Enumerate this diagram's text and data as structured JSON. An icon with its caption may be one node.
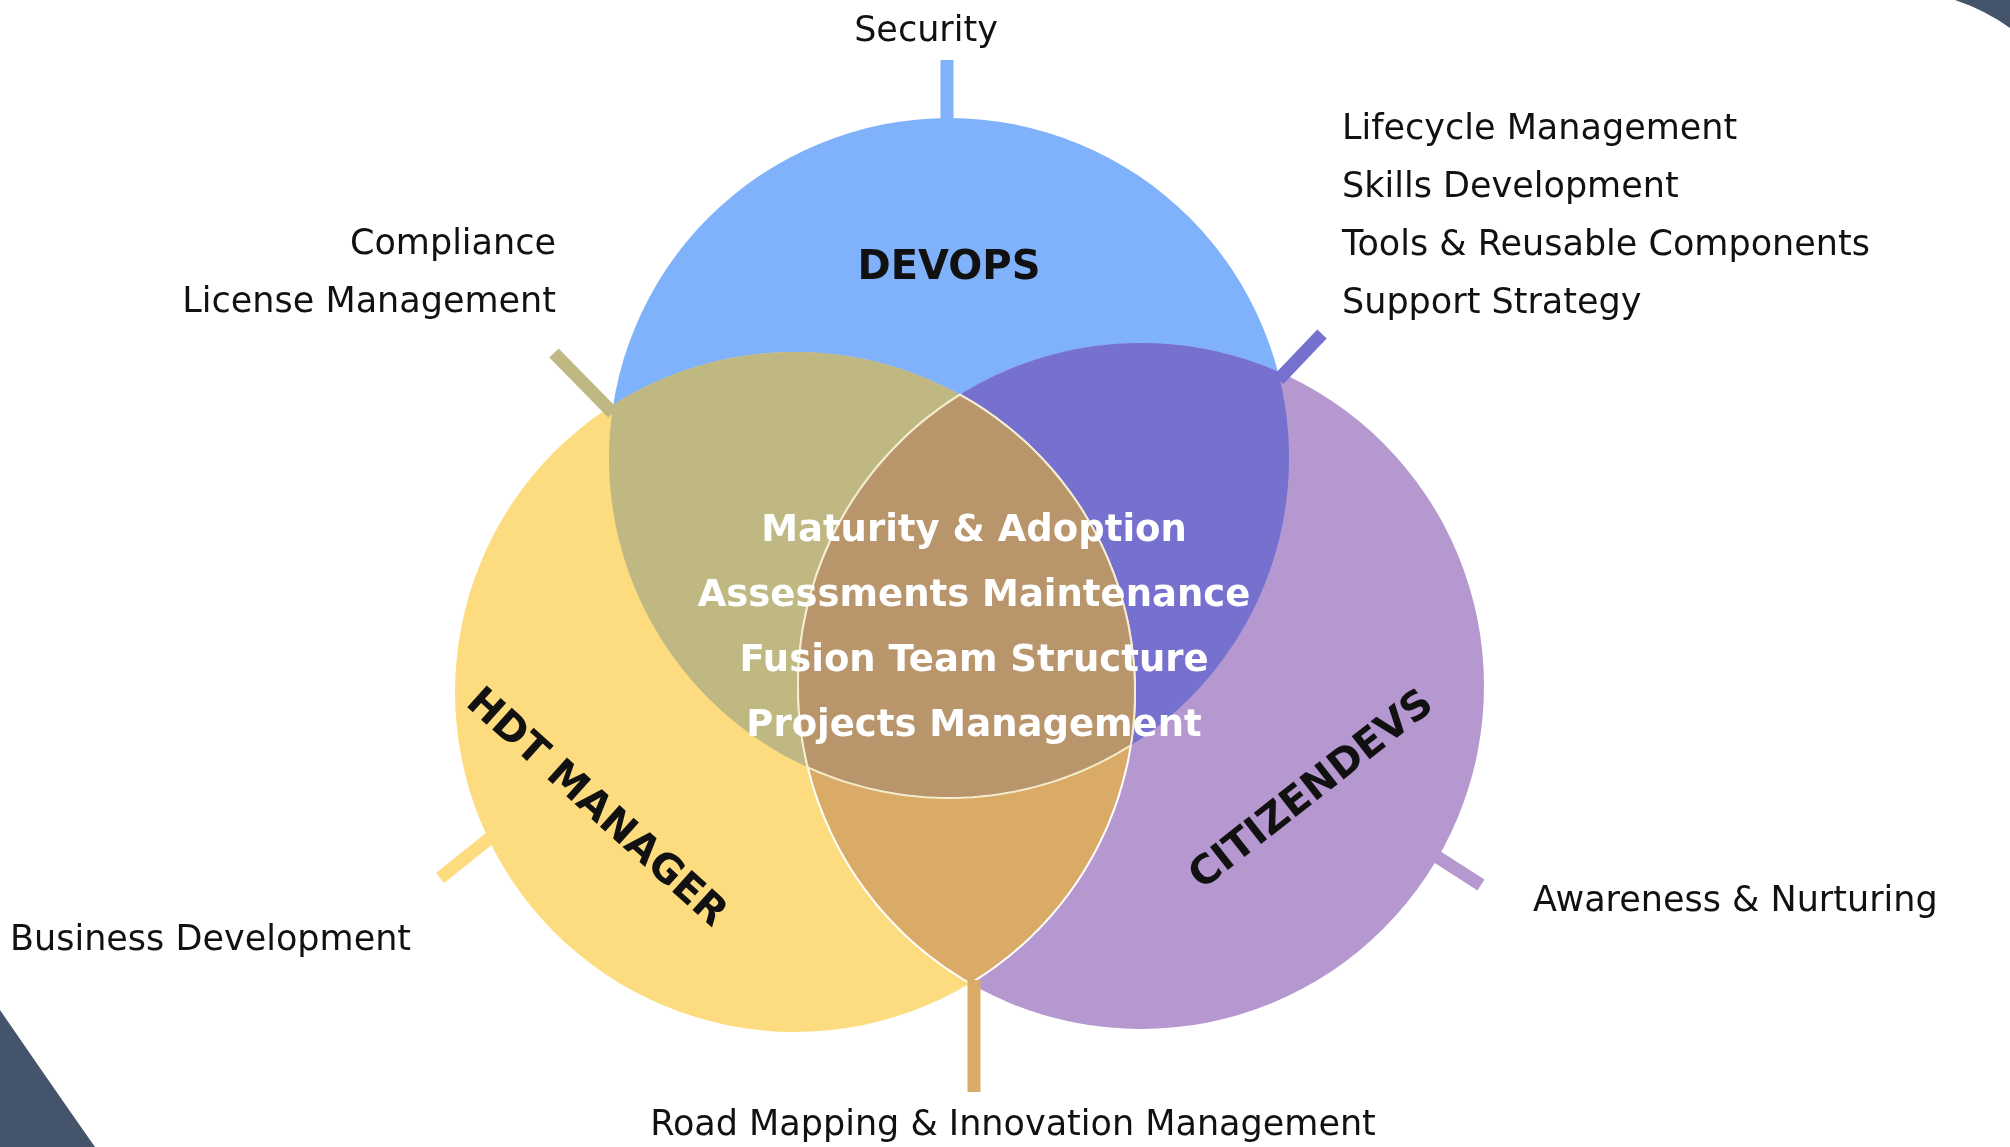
{
  "diagram": {
    "nodes": [
      {
        "text": [
          "DEVOPS"
        ]
      },
      {
        "text": [
          "HDT MANAGER"
        ]
      },
      {
        "text": [
          "CITIZENDEVS"
        ]
      },
      {
        "text": [
          "Maturity & Adoption",
          "Assessments Maintenance",
          "Fusion Team Structure",
          "Projects Management"
        ]
      },
      {
        "text": [
          "Security"
        ]
      },
      {
        "text": [
          "Compliance",
          "License Management"
        ]
      },
      {
        "text": [
          "Lifecycle Management",
          "Skills Development",
          "Tools & Reusable Components",
          "Support Strategy"
        ]
      },
      {
        "text": [
          "Business Development"
        ]
      },
      {
        "text": [
          "Awareness & Nurturing"
        ]
      },
      {
        "text": [
          "Road Mapping & Innovation Management"
        ]
      }
    ],
    "edges": [
      {
        "from": 4,
        "to": 0,
        "arrow": "none",
        "color": "#7fb2fb"
      },
      {
        "from": 5,
        "to": 0,
        "arrow": "none",
        "color": "#bfb882"
      },
      {
        "from": 6,
        "to": 0,
        "arrow": "none",
        "color": "#7670cf"
      },
      {
        "from": 7,
        "to": 1,
        "arrow": "none",
        "color": "#fddc80"
      },
      {
        "from": 8,
        "to": 2,
        "arrow": "none",
        "color": "#b598d0"
      },
      {
        "from": 9,
        "to": 1,
        "arrow": "none",
        "color": "#d9ab66"
      }
    ]
  }
}
